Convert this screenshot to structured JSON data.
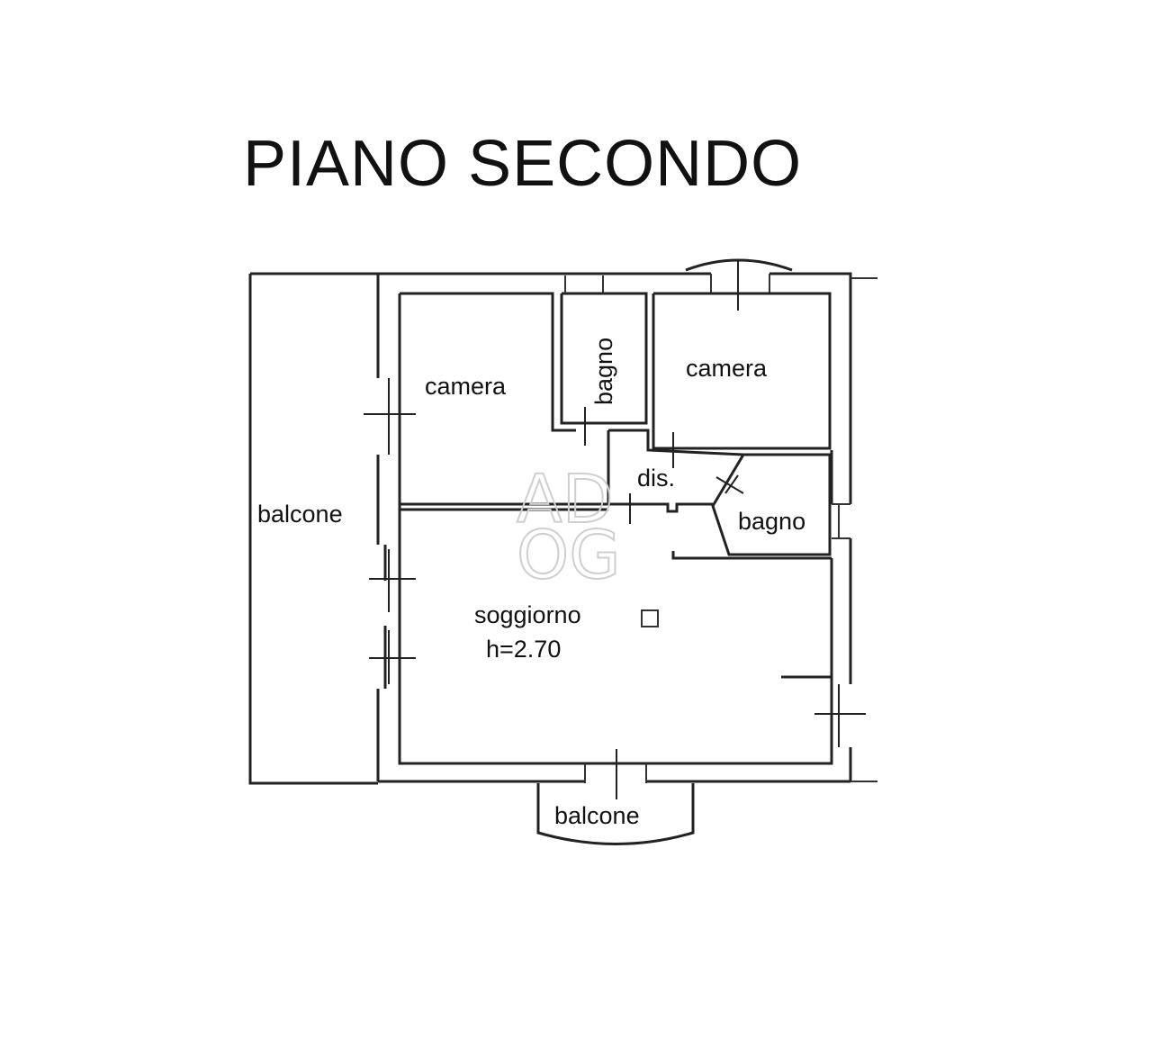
{
  "plan": {
    "title": "PIANO SECONDO",
    "rooms": {
      "camera_left": "camera",
      "bagno_top": "bagno",
      "camera_right": "camera",
      "disimpegno": "dis.",
      "bagno_right": "bagno",
      "balcone_left": "balcone",
      "soggiorno": "soggiorno",
      "ceiling_height": "h=2.70",
      "balcone_bottom": "balcone"
    },
    "watermark": {
      "line1": "AD",
      "line2": "OG"
    }
  }
}
